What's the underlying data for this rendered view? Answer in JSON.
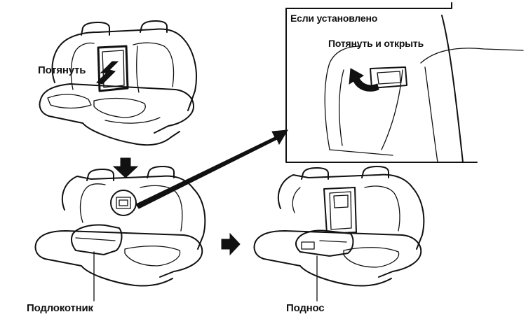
{
  "labels": {
    "pull": "Потянуть",
    "if_installed": "Если установлено",
    "pull_and_open": "Потянуть и открыть",
    "armrest": "Подлокотник",
    "tray": "Поднос"
  },
  "icons": {
    "step_arrow_down": "arrow-down-icon",
    "step_arrow_right": "arrow-right-icon",
    "callout_arrow": "callout-arrow-icon"
  }
}
